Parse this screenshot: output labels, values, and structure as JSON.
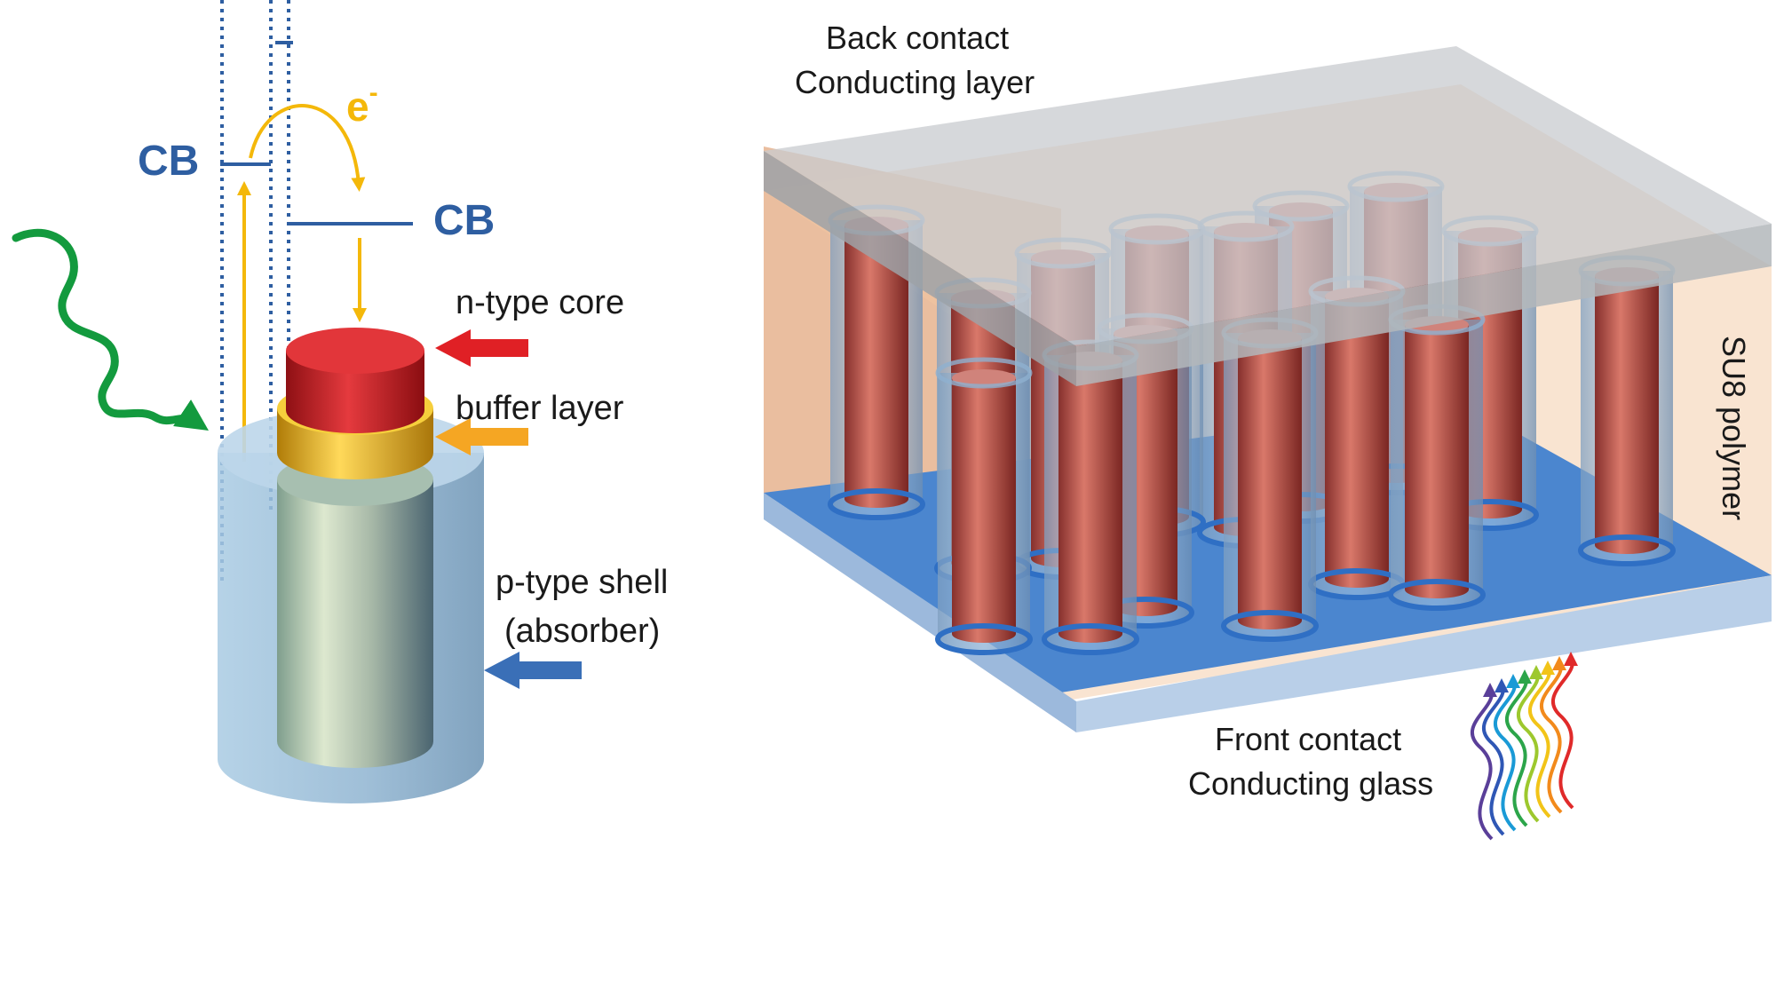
{
  "left_panel": {
    "cb_top": "CB",
    "cb_bottom": "CB",
    "electron": "e",
    "electron_superscript": "-",
    "n_core": "n-type core",
    "buffer": "buffer layer",
    "p_shell_line1": "p-type shell",
    "p_shell_line2": "(absorber)"
  },
  "right_panel": {
    "back_contact_line1": "Back contact",
    "back_contact_line2": "Conducting layer",
    "front_contact_line1": "Front contact",
    "front_contact_line2": "Conducting glass",
    "polymer": "SU8 polymer"
  },
  "colors": {
    "cb_text": "#2e5ea1",
    "electron_arrow": "#f4b80a",
    "photon_arrow": "#139a3e",
    "n_core": "#d9252b",
    "buffer": "#e7b31a",
    "p_shell": "#9dbfd8",
    "substrate": "#5b8ed6",
    "polymer": "#f2c7a2",
    "top_glass": "#c5c8cc",
    "nanowire": "#b3423d"
  },
  "icons": {
    "spectrum": "rainbow-light-arrows-icon",
    "photon": "photon-wave-arrow-icon"
  }
}
